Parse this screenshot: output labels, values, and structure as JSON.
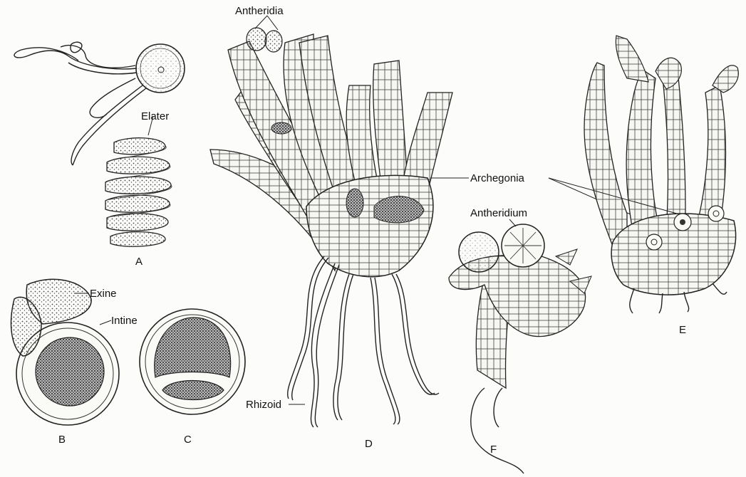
{
  "labels": {
    "antheridia": "Antheridia",
    "elater": "Elater",
    "exine": "Exine",
    "intine": "Intine",
    "archegonia": "Archegonia",
    "antheridium": "Antheridium",
    "rhizoid": "Rhizoid"
  },
  "panel_letters": {
    "a": "A",
    "b": "B",
    "c": "C",
    "d": "D",
    "e": "E",
    "f": "F"
  }
}
